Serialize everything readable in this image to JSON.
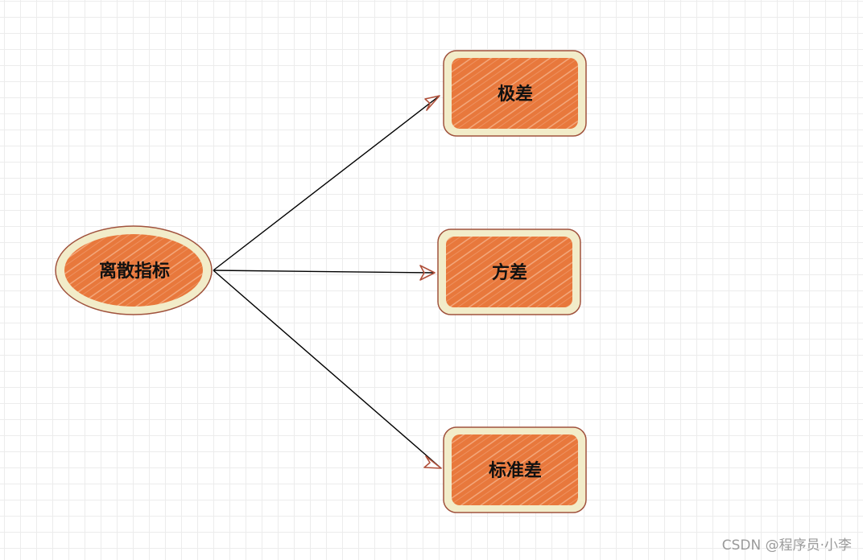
{
  "diagram": {
    "root": {
      "label": "离散指标"
    },
    "children": [
      {
        "label": "极差"
      },
      {
        "label": "方差"
      },
      {
        "label": "标准差"
      }
    ],
    "colors": {
      "fill": "#e8783c",
      "outer": "#f2ecc9",
      "stroke": "#a0523d",
      "hatch": "#f5b189",
      "connector": "#000000",
      "arrowhead": "#b0503a"
    }
  },
  "watermark": "CSDN @程序员·小李"
}
